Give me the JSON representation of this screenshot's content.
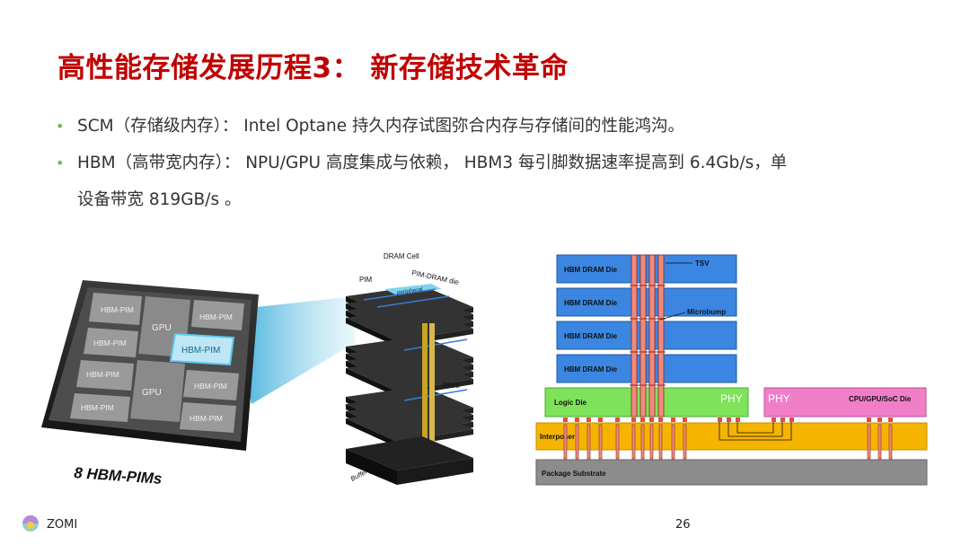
{
  "slide": {
    "title": "高性能存储发展历程3： 新存储技术革命",
    "bullets": [
      {
        "line1": "SCM（存储级内存）： Intel Optane 持久内存试图弥合内存与存储间的性能鸿沟。",
        "line2": ""
      },
      {
        "line1": "HBM（高带宽内存）： NPU/GPU 高度集成与依赖， HBM3 每引脚数据速率提高到 6.4Gb/s，单",
        "line2": "设备带宽 819GB/s 。"
      }
    ],
    "bullet_glyph": "•",
    "accent_color": "#c00000",
    "bullet_color": "#7ab648"
  },
  "left_figure": {
    "caption": "8 HBM-PIMs",
    "chips": {
      "hbm_pim": "HBM-PIM",
      "gpu": "GPU",
      "highlight": "HBM-PIM"
    },
    "stack_labels": {
      "dram_cell": "DRAM Cell",
      "pim": "PIM",
      "pim_dram_die": "PIM-DRAM die",
      "peripheral": "peripheral",
      "tsvs": "TSVs",
      "buffer_die": "Buffer Die"
    }
  },
  "right_figure": {
    "dram_dies": [
      "HBM DRAM Die",
      "HBM DRAM Die",
      "HBM DRAM Die",
      "HBM DRAM Die"
    ],
    "tsv": "TSV",
    "microbump": "Microbump",
    "logic_die": "Logic Die",
    "phy_left": "PHY",
    "phy_right": "PHY",
    "soc_die": "CPU/GPU/SoC Die",
    "interposer": "Interposer",
    "substrate": "Package Substrate"
  },
  "footer": {
    "brand": "ZOMI",
    "page": "26"
  }
}
